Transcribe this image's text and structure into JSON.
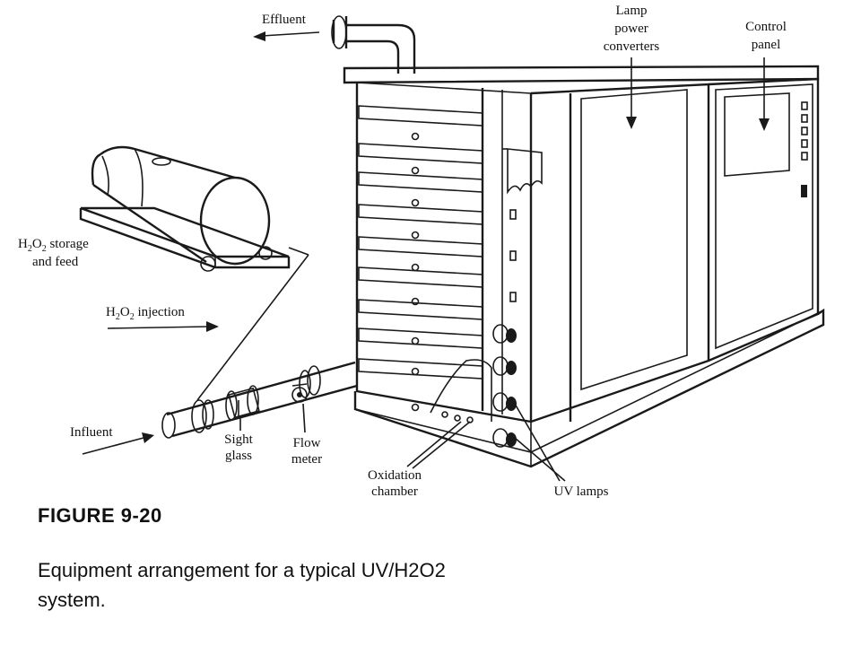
{
  "labels": {
    "effluent": "Effluent",
    "lamp_line1": "Lamp",
    "lamp_line2": "power",
    "lamp_line3": "converters",
    "control_line1": "Control",
    "control_line2": "panel",
    "storage_line1_pre": "H",
    "storage_line1_sub1": "2",
    "storage_line1_mid": "O",
    "storage_line1_sub2": "2",
    "storage_line1_post": " storage",
    "storage_line2": "and feed",
    "injection_pre": "H",
    "injection_sub1": "2",
    "injection_mid": "O",
    "injection_sub2": "2",
    "injection_post": " injection",
    "influent": "Influent",
    "sight_line1": "Sight",
    "sight_line2": "glass",
    "flow_line1": "Flow",
    "flow_line2": "meter",
    "oxidation_line1": "Oxidation",
    "oxidation_line2": "chamber",
    "uv_lamps": "UV lamps"
  },
  "figure": {
    "title": "FIGURE 9-20",
    "description": "Equipment arrangement for a typical UV/H2O2 system."
  },
  "colors": {
    "line": "#1a1a1a",
    "background": "#ffffff"
  }
}
